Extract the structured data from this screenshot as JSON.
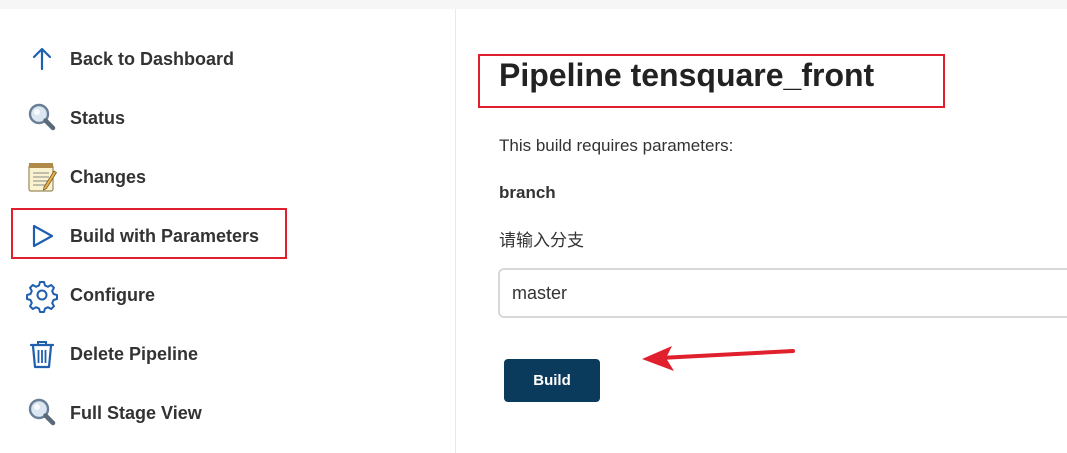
{
  "sidebar": {
    "items": [
      {
        "label": "Back to Dashboard",
        "icon": "arrow-up-icon"
      },
      {
        "label": "Status",
        "icon": "magnifier-icon"
      },
      {
        "label": "Changes",
        "icon": "notepad-icon"
      },
      {
        "label": "Build with Parameters",
        "icon": "play-icon"
      },
      {
        "label": "Configure",
        "icon": "gear-icon"
      },
      {
        "label": "Delete Pipeline",
        "icon": "trash-icon"
      },
      {
        "label": "Full Stage View",
        "icon": "magnifier-icon"
      }
    ]
  },
  "main": {
    "title": "Pipeline tensquare_front",
    "requires_text": "This build requires parameters:",
    "param": {
      "name": "branch",
      "description": "请输入分支",
      "value": "master"
    },
    "build_label": "Build"
  },
  "colors": {
    "accent_blue": "#0b3b5c",
    "icon_blue": "#1f5fae",
    "annotation_red": "#e0202c"
  }
}
